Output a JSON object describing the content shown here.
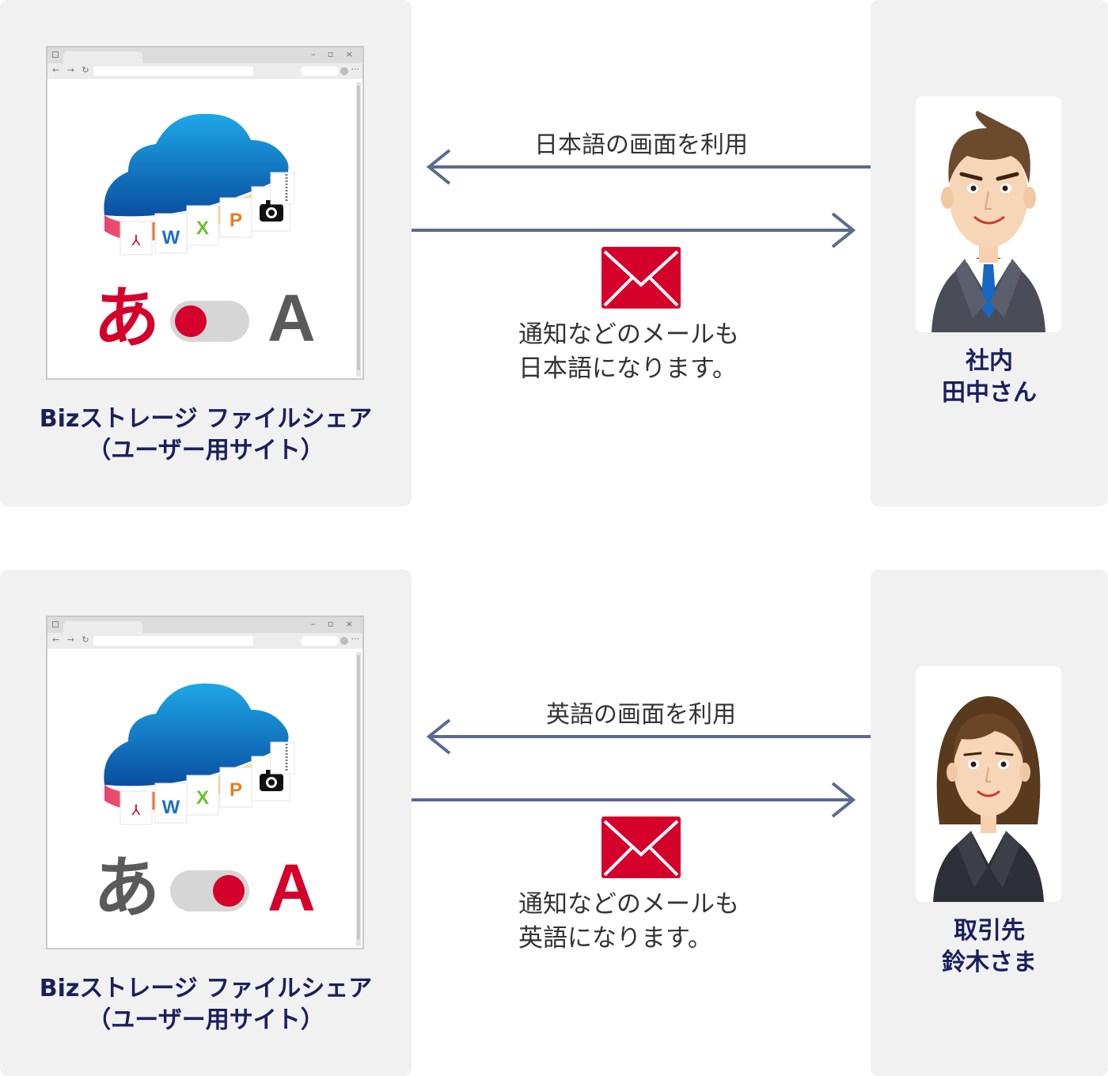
{
  "scenes": [
    {
      "product_name_line1": "Bizストレージ ファイルシェア",
      "product_name_line2": "（ユーザー用サイト）",
      "ja_char": "あ",
      "en_char": "A",
      "active_language": "ja",
      "arrow_label": "日本語の画面を利用",
      "mail_text_line1": "通知などのメールも",
      "mail_text_line2": "日本語になります。",
      "person_name_line1": "社内",
      "person_name_line2": "田中さん",
      "person_icon": "businessman-icon"
    },
    {
      "product_name_line1": "Bizストレージ ファイルシェア",
      "product_name_line2": "（ユーザー用サイト）",
      "ja_char": "あ",
      "en_char": "A",
      "active_language": "en",
      "arrow_label": "英語の画面を利用",
      "mail_text_line1": "通知などのメールも",
      "mail_text_line2": "英語になります。",
      "person_name_line1": "取引先",
      "person_name_line2": "鈴木さま",
      "person_icon": "businesswoman-icon"
    }
  ],
  "file_icon_letters": [
    "W",
    "X",
    "P"
  ],
  "colors": {
    "accent_red": "#d4002b",
    "navy_text": "#1a1f5c",
    "arrow": "#5c6a8f",
    "inactive_char": "#5a5a5a",
    "panel_bg": "#f1f1f2"
  }
}
